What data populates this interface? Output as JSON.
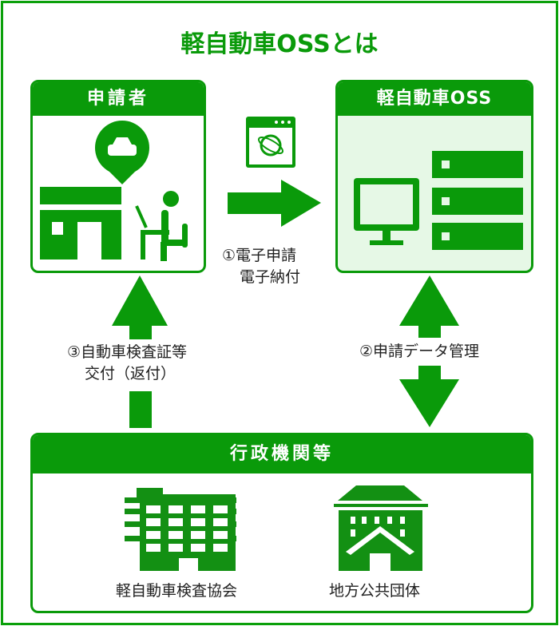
{
  "title": "軽自動車OSSとは",
  "applicant": {
    "header": "申請者"
  },
  "oss": {
    "header": "軽自動車OSS"
  },
  "flow1": {
    "line1": "①電子申請",
    "line2": "電子納付"
  },
  "flow2": {
    "label": "②申請データ管理"
  },
  "flow3": {
    "line1": "③自動車検査証等",
    "line2": "交付（返付）"
  },
  "agencies": {
    "header": "行政機関等",
    "items": [
      {
        "label": "軽自動車検査協会",
        "icon": "office-building-icon"
      },
      {
        "label": "地方公共団体",
        "icon": "government-building-icon"
      }
    ]
  },
  "colors": {
    "green": "#0a9a0a",
    "light_green": "#e6f8e6"
  }
}
